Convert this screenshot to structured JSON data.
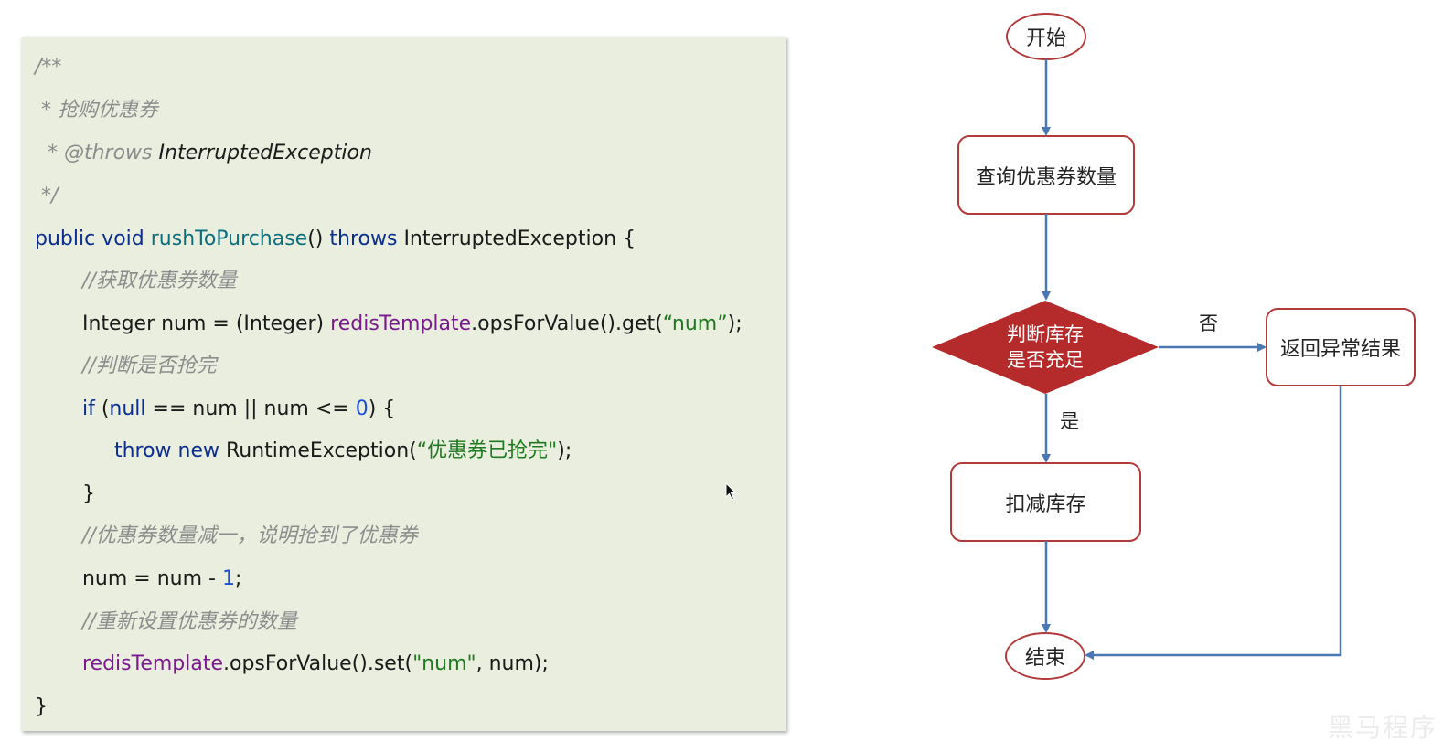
{
  "code": {
    "lines": [
      [
        {
          "t": "/**",
          "c": "cmt"
        }
      ],
      [
        {
          "t": " * 抢购优惠券",
          "c": "cmt"
        }
      ],
      [
        {
          "t": "  * @throws ",
          "c": "cmt"
        },
        {
          "t": "InterruptedException",
          "c": "iname"
        }
      ],
      [
        {
          "t": " */",
          "c": "cmt"
        }
      ],
      [
        {
          "t": "public void ",
          "c": "kw"
        },
        {
          "t": "rushToPurchase",
          "c": "fn"
        },
        {
          "t": "() ",
          "c": "plain"
        },
        {
          "t": "throws ",
          "c": "kw"
        },
        {
          "t": "InterruptedException {",
          "c": "plain"
        }
      ],
      [
        {
          "t": "    //获取优惠券数量",
          "c": "cmt"
        }
      ],
      [
        {
          "t": "    Integer num = (Integer) ",
          "c": "plain"
        },
        {
          "t": "redisTemplate",
          "c": "fld"
        },
        {
          "t": ".opsForValue().get(",
          "c": "plain"
        },
        {
          "t": "“num”",
          "c": "str"
        },
        {
          "t": ");",
          "c": "plain"
        }
      ],
      [
        {
          "t": "    //判断是否抢完",
          "c": "cmt"
        }
      ],
      [
        {
          "t": "    if ",
          "c": "kw"
        },
        {
          "t": "(",
          "c": "plain"
        },
        {
          "t": "null",
          "c": "kw"
        },
        {
          "t": " == num || num <= ",
          "c": "plain"
        },
        {
          "t": "0",
          "c": "num"
        },
        {
          "t": ") {",
          "c": "plain"
        }
      ],
      [
        {
          "t": "       throw new ",
          "c": "kw"
        },
        {
          "t": "RuntimeException(",
          "c": "plain"
        },
        {
          "t": "“优惠券已抢完\"",
          "c": "str"
        },
        {
          "t": ");",
          "c": "plain"
        }
      ],
      [
        {
          "t": "    }",
          "c": "plain"
        }
      ],
      [
        {
          "t": "    //优惠券数量减一，说明抢到了优惠券",
          "c": "cmt"
        }
      ],
      [
        {
          "t": "    num = num - ",
          "c": "plain"
        },
        {
          "t": "1",
          "c": "num"
        },
        {
          "t": ";",
          "c": "plain"
        }
      ],
      [
        {
          "t": "    //重新设置优惠券的数量",
          "c": "cmt"
        }
      ],
      [
        {
          "t": "    ",
          "c": "plain"
        },
        {
          "t": "redisTemplate",
          "c": "fld"
        },
        {
          "t": ".opsForValue().set(",
          "c": "plain"
        },
        {
          "t": "\"num\"",
          "c": "str"
        },
        {
          "t": ", num);",
          "c": "plain"
        }
      ],
      [
        {
          "t": "}",
          "c": "plain"
        }
      ]
    ]
  },
  "flowchart": {
    "start": "开始",
    "query": "查询优惠券数量",
    "decision_line1": "判断库存",
    "decision_line2": "是否充足",
    "no_label": "否",
    "yes_label": "是",
    "error": "返回异常结果",
    "deduct": "扣减库存",
    "end": "结束",
    "colors": {
      "node_border": "#b23a3a",
      "decision_fill": "#b52a2a",
      "arrow": "#4a78b5"
    }
  },
  "watermark": "黑马程序"
}
